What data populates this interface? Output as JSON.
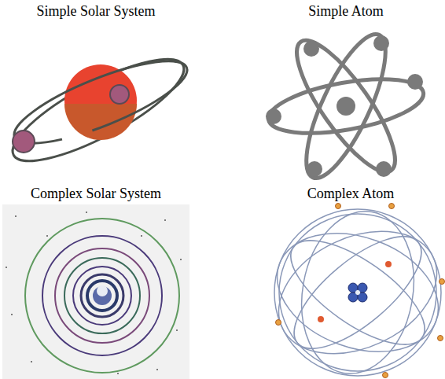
{
  "diagram": {
    "labels": [
      "Simple Solar System",
      "Simple Atom",
      "Complex Solar System",
      "Complex Atom"
    ]
  }
}
